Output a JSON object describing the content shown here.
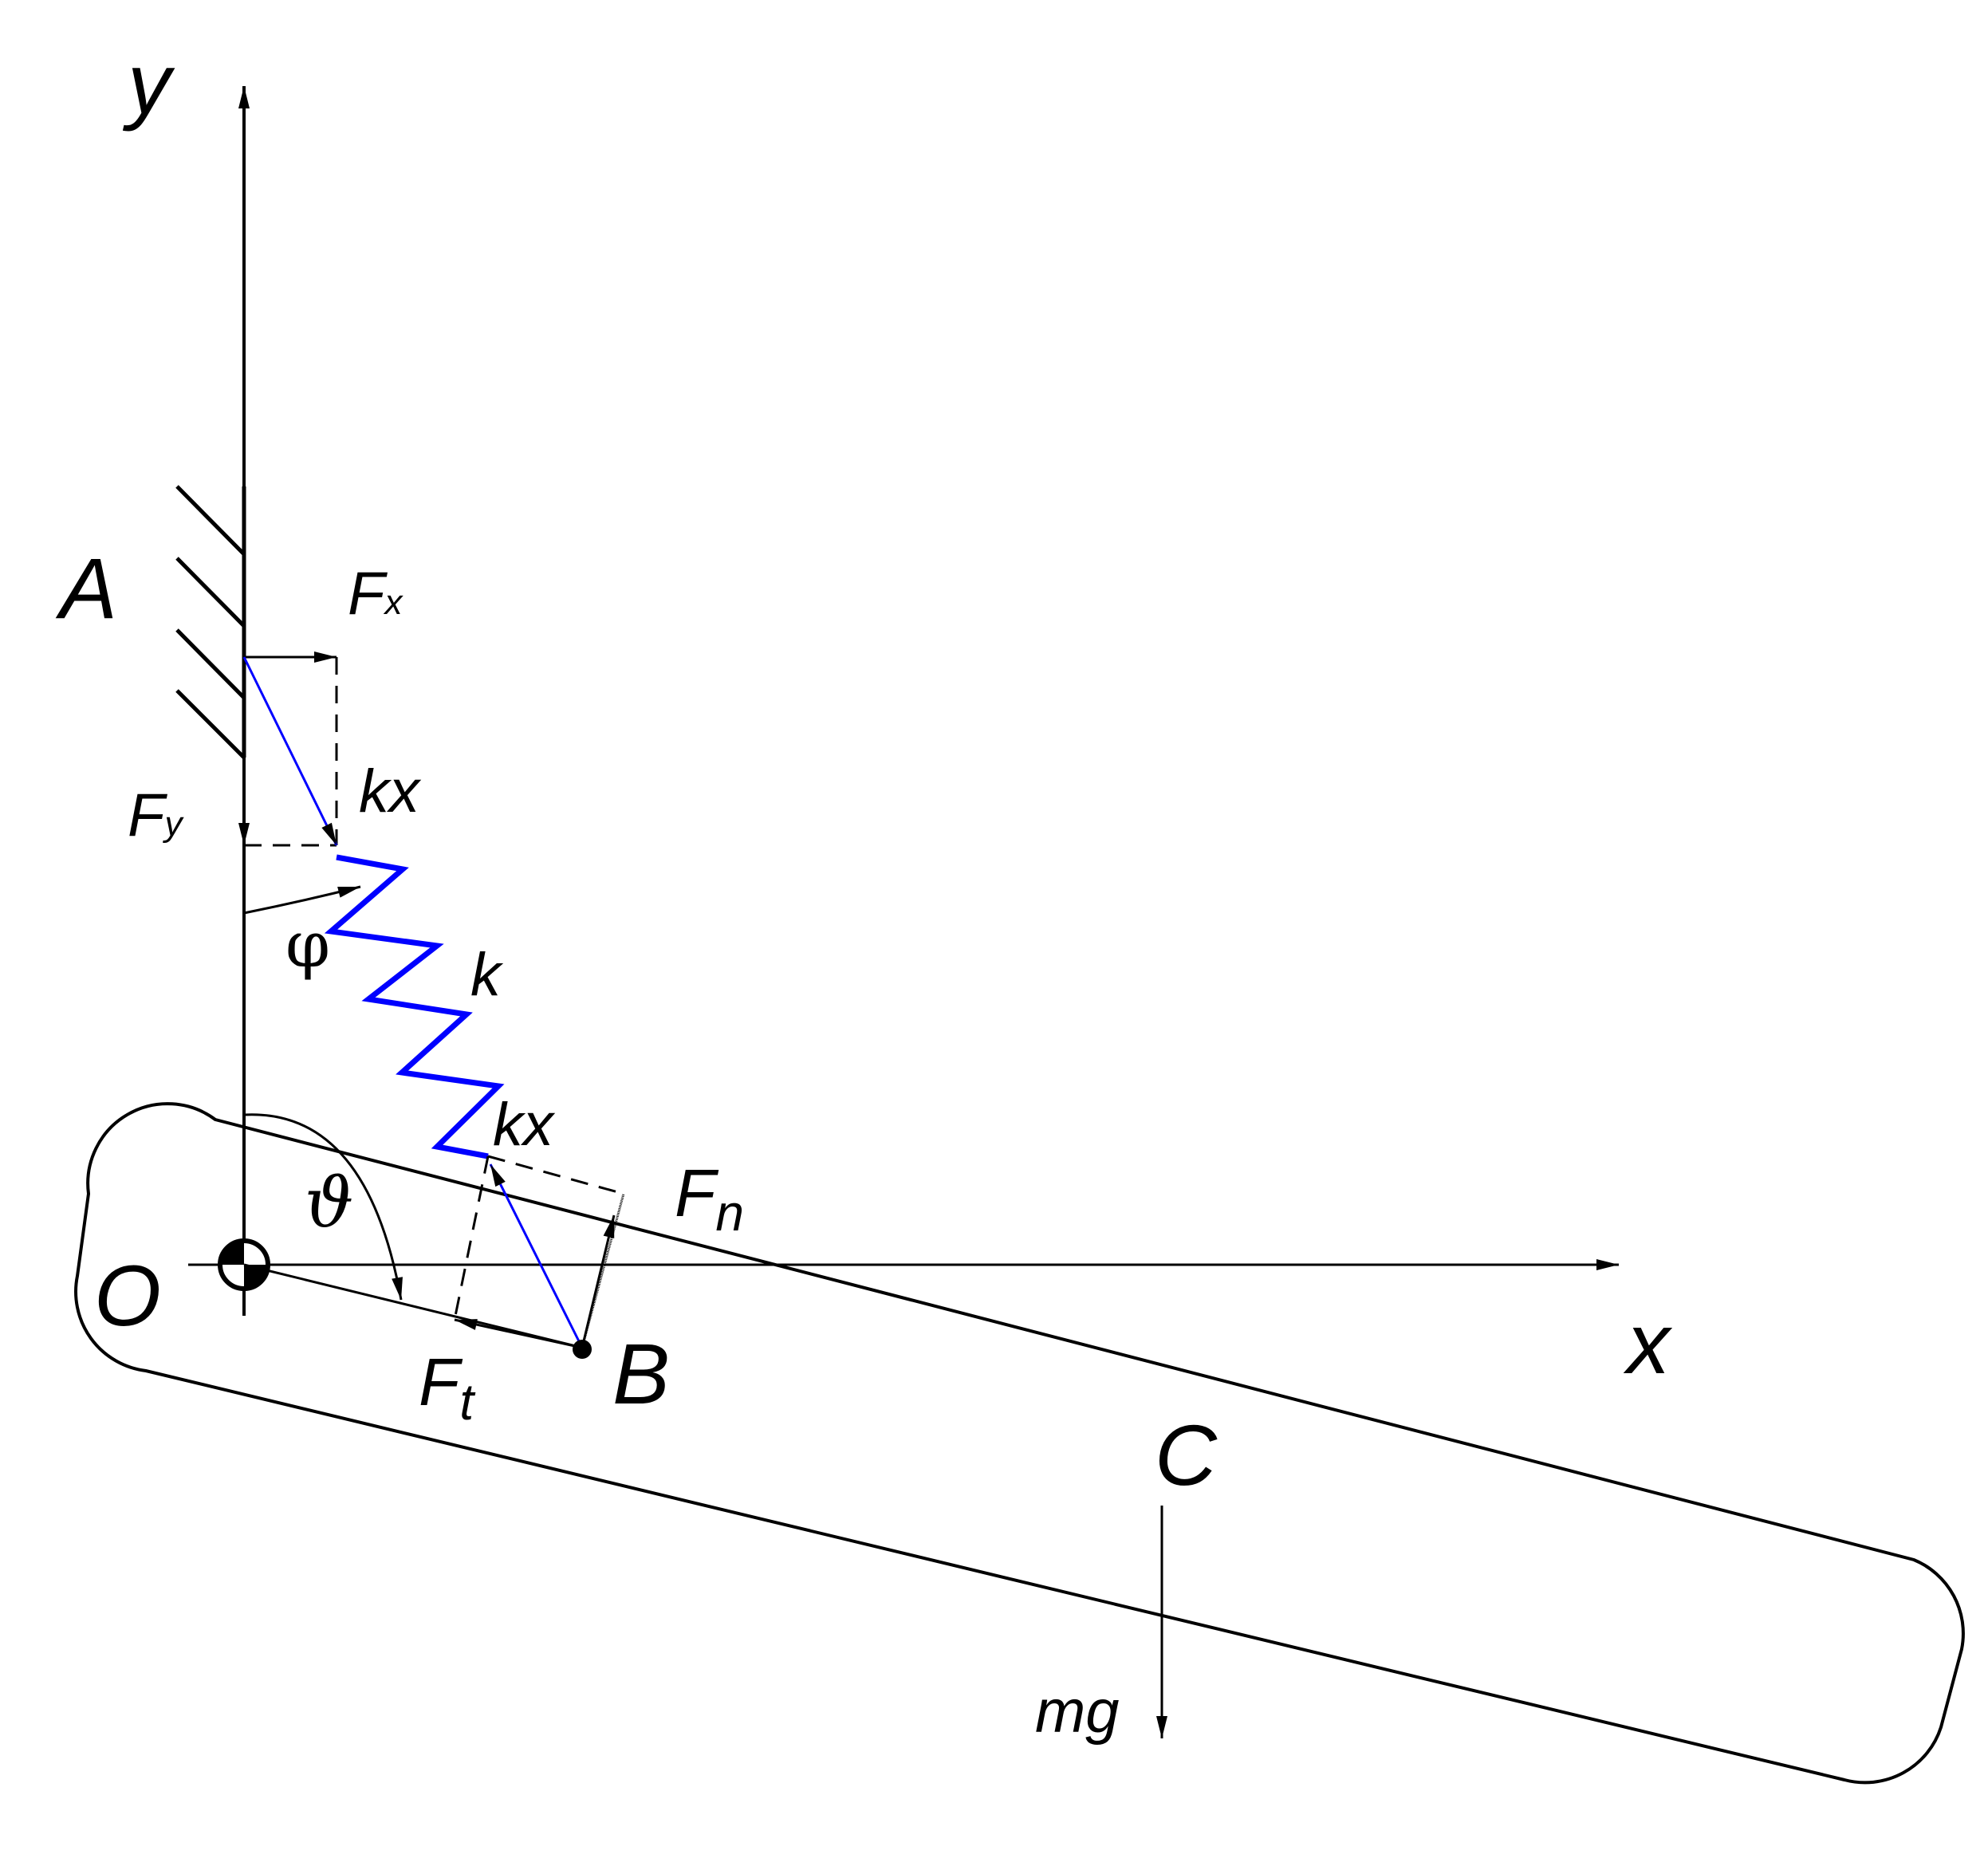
{
  "colors": {
    "ink": "#000000",
    "spring": "#0000ff",
    "background": "#ffffff"
  },
  "labels": {
    "y_axis": "y",
    "x_axis": "x",
    "point_A": "A",
    "point_O": "O",
    "point_B": "B",
    "point_C": "C",
    "force_Fx_main": "F",
    "force_Fx_sub": "x",
    "force_Fy_main": "F",
    "force_Fy_sub": "y",
    "force_kx_top": "kx",
    "force_kx_bottom": "kx",
    "spring_k": "k",
    "angle_phi": "φ",
    "angle_theta": "ϑ",
    "force_Fn_main": "F",
    "force_Fn_sub": "n",
    "force_Ft_main": "F",
    "force_Ft_sub": "t",
    "weight": "mg"
  }
}
